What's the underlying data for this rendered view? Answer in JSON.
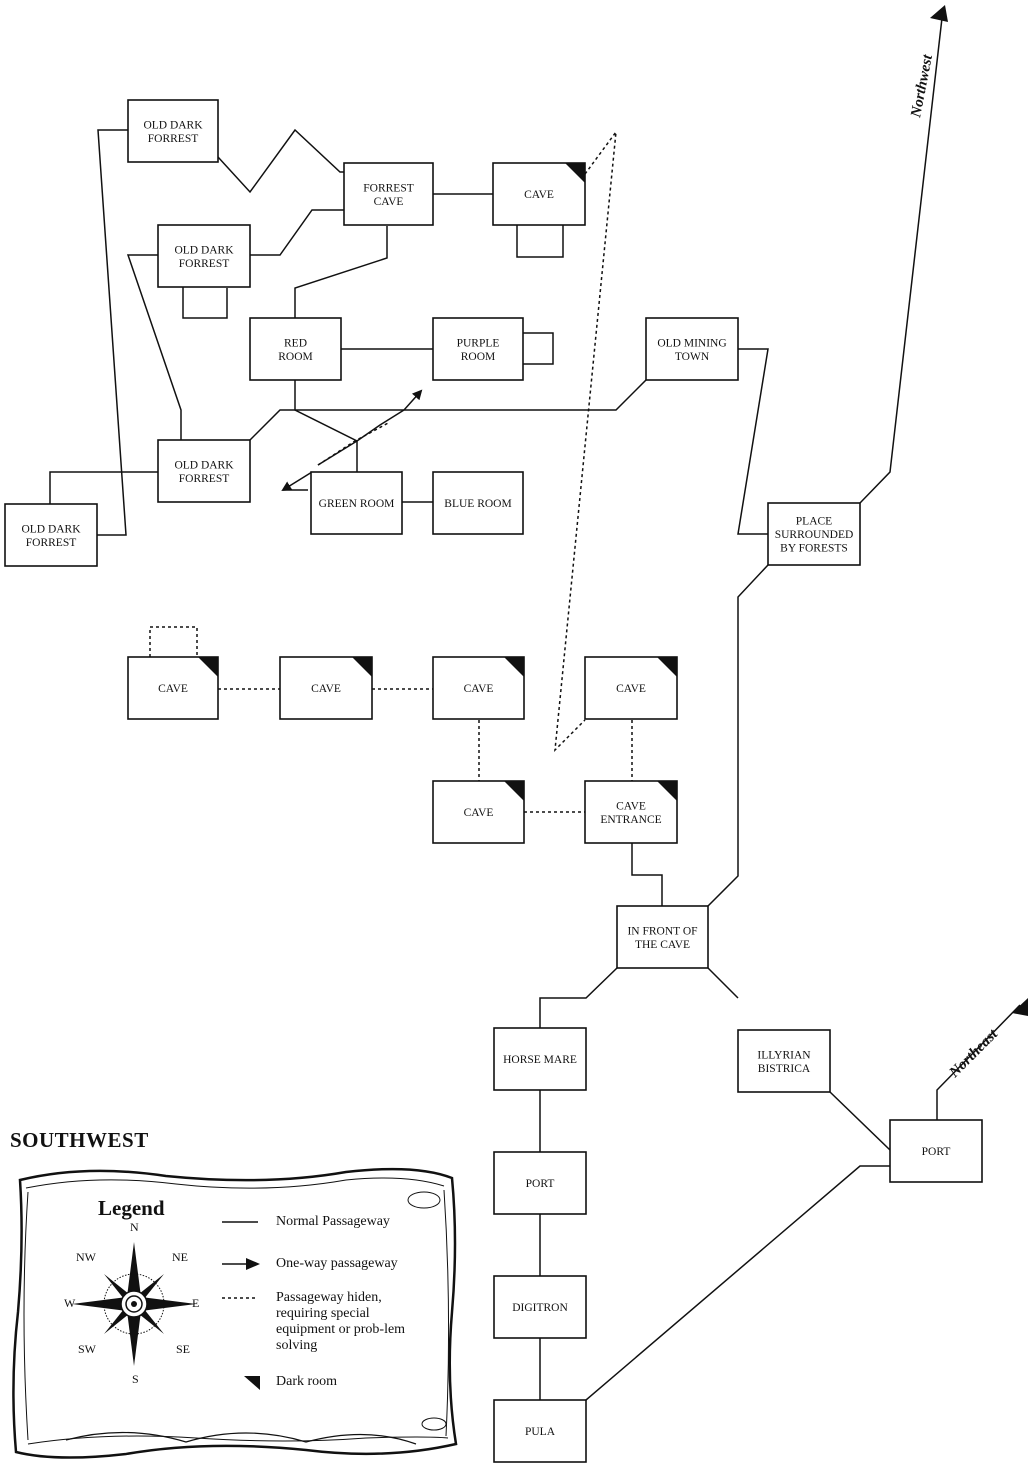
{
  "region": "SOUTHWEST",
  "directions": {
    "northwest": "Northwest",
    "northeast": "Northeast"
  },
  "rooms": [
    {
      "id": "odf1",
      "lines": [
        "OLD DARK",
        "FORREST"
      ],
      "dark": false
    },
    {
      "id": "forrest_cave",
      "lines": [
        "FORREST",
        "CAVE"
      ],
      "dark": false
    },
    {
      "id": "cave_top",
      "lines": [
        "CAVE"
      ],
      "dark": true
    },
    {
      "id": "odf2",
      "lines": [
        "OLD DARK",
        "FORREST"
      ],
      "dark": false
    },
    {
      "id": "red_room",
      "lines": [
        "RED",
        "ROOM"
      ],
      "dark": false
    },
    {
      "id": "purple_room",
      "lines": [
        "PURPLE",
        "ROOM"
      ],
      "dark": false
    },
    {
      "id": "old_mining_town",
      "lines": [
        "OLD MINING",
        "TOWN"
      ],
      "dark": false
    },
    {
      "id": "odf3",
      "lines": [
        "OLD DARK",
        "FORREST"
      ],
      "dark": false
    },
    {
      "id": "green_room",
      "lines": [
        "GREEN ROOM"
      ],
      "dark": false
    },
    {
      "id": "blue_room",
      "lines": [
        "BLUE ROOM"
      ],
      "dark": false
    },
    {
      "id": "odf4",
      "lines": [
        "OLD DARK",
        "FORREST"
      ],
      "dark": false
    },
    {
      "id": "place_forests",
      "lines": [
        "PLACE",
        "SURROUNDED",
        "BY FORESTS"
      ],
      "dark": false
    },
    {
      "id": "cave1",
      "lines": [
        "CAVE"
      ],
      "dark": true
    },
    {
      "id": "cave2",
      "lines": [
        "CAVE"
      ],
      "dark": true
    },
    {
      "id": "cave3",
      "lines": [
        "CAVE"
      ],
      "dark": true
    },
    {
      "id": "cave4",
      "lines": [
        "CAVE"
      ],
      "dark": true
    },
    {
      "id": "cave5",
      "lines": [
        "CAVE"
      ],
      "dark": true
    },
    {
      "id": "cave_entrance",
      "lines": [
        "CAVE",
        "ENTRANCE"
      ],
      "dark": true
    },
    {
      "id": "in_front_cave",
      "lines": [
        "IN FRONT OF",
        "THE CAVE"
      ],
      "dark": false
    },
    {
      "id": "horse_mare",
      "lines": [
        "HORSE MARE"
      ],
      "dark": false
    },
    {
      "id": "illyrian_bistrica",
      "lines": [
        "ILLYRIAN",
        "BISTRICA"
      ],
      "dark": false
    },
    {
      "id": "port_east",
      "lines": [
        "PORT"
      ],
      "dark": false
    },
    {
      "id": "port_west",
      "lines": [
        "PORT"
      ],
      "dark": false
    },
    {
      "id": "digitron",
      "lines": [
        "DIGITRON"
      ],
      "dark": false
    },
    {
      "id": "pula",
      "lines": [
        "PULA"
      ],
      "dark": false
    }
  ],
  "legend": {
    "title": "Legend",
    "items": [
      {
        "symbol": "solid-line",
        "text": "Normal Passageway"
      },
      {
        "symbol": "arrow",
        "text": "One-way passageway"
      },
      {
        "symbol": "dotted-line",
        "text": "Passageway hiden, requiring special equipment or prob-lem solving"
      },
      {
        "symbol": "dark-triangle",
        "text": "Dark room"
      }
    ],
    "compass": {
      "n": "N",
      "ne": "NE",
      "e": "E",
      "se": "SE",
      "s": "S",
      "sw": "SW",
      "w": "W",
      "nw": "NW"
    }
  }
}
